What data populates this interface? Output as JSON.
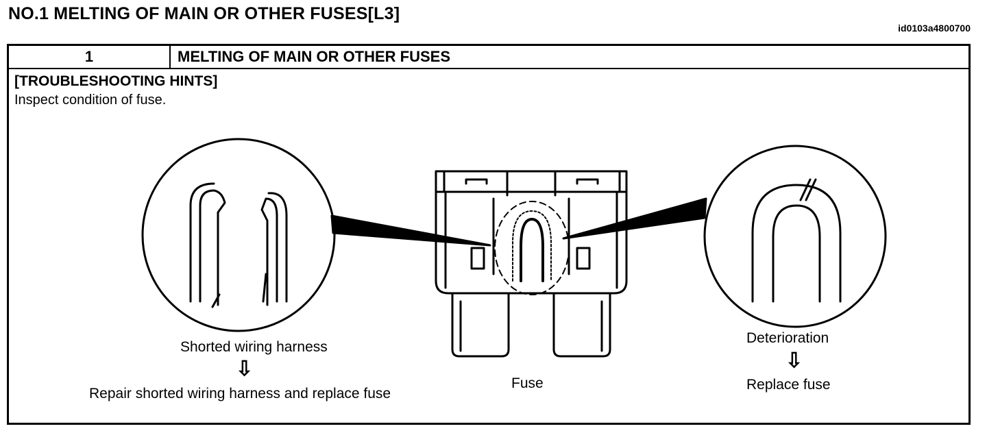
{
  "page": {
    "title": "NO.1 MELTING OF MAIN OR OTHER FUSES[L3]",
    "doc_id": "id0103a4800700"
  },
  "table": {
    "step_number": "1",
    "step_title": "MELTING OF MAIN OR OTHER FUSES"
  },
  "hints": {
    "heading": "[TROUBLESHOOTING HINTS]",
    "text": "Inspect condition of fuse."
  },
  "illustration": {
    "left_cause": "Shorted wiring harness",
    "left_arrow": "⇩",
    "left_action": "Repair shorted wiring harness and replace fuse",
    "center_label": "Fuse",
    "right_cause": "Deterioration",
    "right_arrow": "⇩",
    "right_action": "Replace fuse"
  }
}
